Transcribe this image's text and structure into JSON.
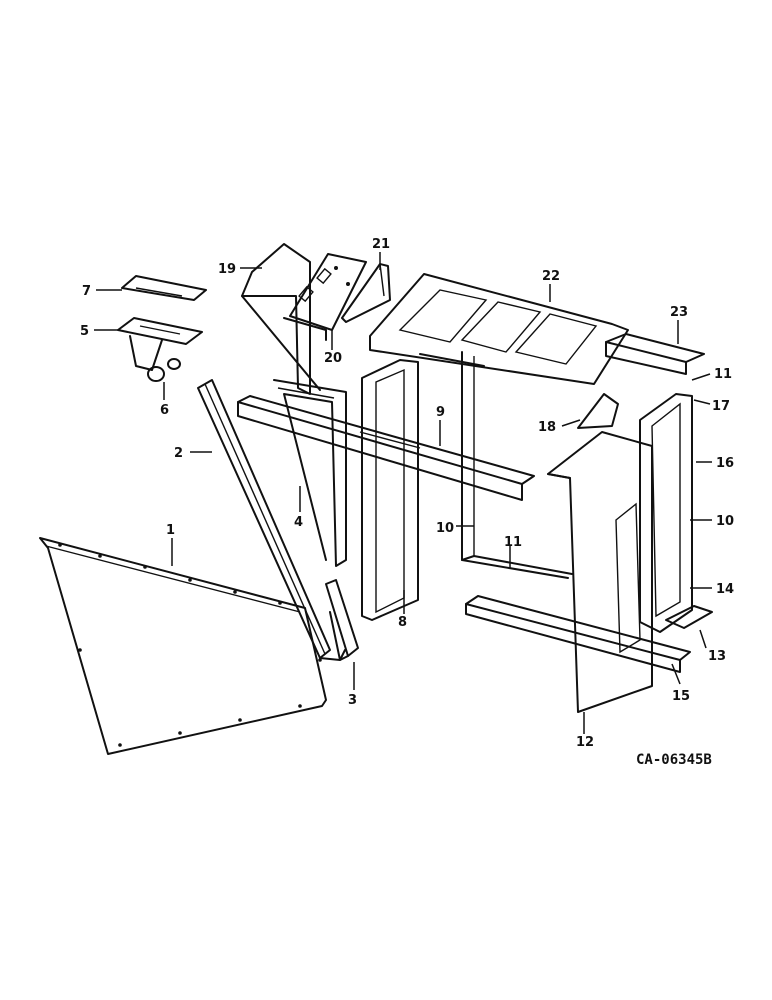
{
  "diagram": {
    "reference_code": "CA-06345B",
    "callouts": [
      "1",
      "2",
      "3",
      "4",
      "5",
      "6",
      "7",
      "8",
      "9",
      "10",
      "10",
      "11",
      "11",
      "12",
      "13",
      "14",
      "15",
      "16",
      "17",
      "18",
      "19",
      "20",
      "21",
      "22",
      "23"
    ]
  }
}
